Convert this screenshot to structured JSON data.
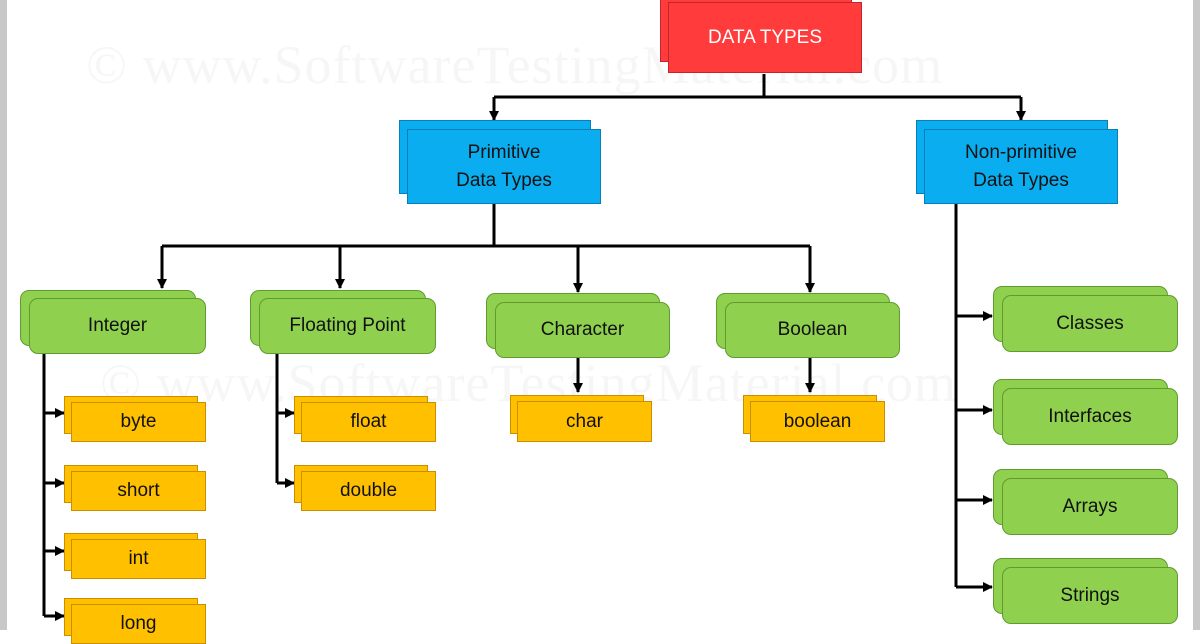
{
  "watermark": "©  www.SoftwareTestingMaterial.com",
  "root": {
    "label": "DATA TYPES"
  },
  "primitive": {
    "label": "Primitive\nData Types"
  },
  "non_primitive": {
    "label": "Non-primitive\nData Types"
  },
  "categories": {
    "integer": "Integer",
    "floating_point": "Floating Point",
    "character": "Character",
    "boolean": "Boolean"
  },
  "integer_types": [
    "byte",
    "short",
    "int",
    "long"
  ],
  "float_types": [
    "float",
    "double"
  ],
  "char_types": [
    "char"
  ],
  "boolean_types": [
    "boolean"
  ],
  "non_primitive_types": [
    "Classes",
    "Interfaces",
    "Arrays",
    "Strings"
  ],
  "colors": {
    "root": "#ff3b3b",
    "level1": "#0aaef0",
    "category": "#8fd14f",
    "leaf": "#ffc000"
  }
}
